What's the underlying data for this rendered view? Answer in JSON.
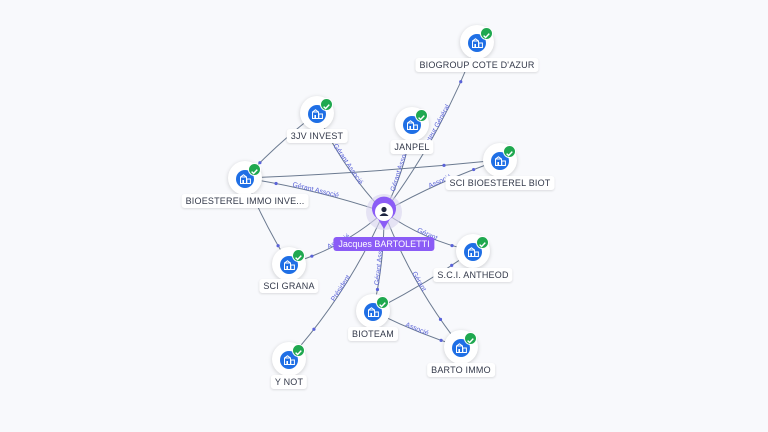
{
  "center": {
    "name": "Jacques BARTOLETTI",
    "icon": "person-icon"
  },
  "colors": {
    "accent": "#8b5cf6",
    "company": "#1f6fe5",
    "verified": "#1fa84f",
    "edge": "#6b7a90",
    "role": "#5a63d8"
  },
  "nodes": [
    {
      "id": "biogroup",
      "name": "BIOGROUP COTE D'AZUR",
      "icon": "building-icon",
      "verified": true
    },
    {
      "id": "3jv",
      "name": "3JV INVEST",
      "icon": "building-icon",
      "verified": true
    },
    {
      "id": "janpel",
      "name": "JANPEL",
      "icon": "building-icon",
      "verified": true
    },
    {
      "id": "scibiot",
      "name": "SCI BIOESTEREL BIOT",
      "icon": "building-icon",
      "verified": true
    },
    {
      "id": "bioesterel",
      "name": "BIOESTEREL IMMO INVE...",
      "icon": "building-icon",
      "verified": true
    },
    {
      "id": "grana",
      "name": "SCI GRANA",
      "icon": "building-icon",
      "verified": true
    },
    {
      "id": "antheod",
      "name": "S.C.I. ANTHEOD",
      "icon": "building-icon",
      "verified": true
    },
    {
      "id": "bioteam",
      "name": "BIOTEAM",
      "icon": "building-icon",
      "verified": true
    },
    {
      "id": "bartoimmo",
      "name": "BARTO IMMO",
      "icon": "building-icon",
      "verified": true
    },
    {
      "id": "ynot",
      "name": "Y NOT",
      "icon": "building-icon",
      "verified": true
    }
  ],
  "edges": [
    {
      "from": "center",
      "to": "biogroup",
      "role": "Directeur Général"
    },
    {
      "from": "center",
      "to": "3jv",
      "role": "Gérant Associé"
    },
    {
      "from": "center",
      "to": "janpel",
      "role": "Gérant Associé"
    },
    {
      "from": "center",
      "to": "scibiot",
      "role": "Associé"
    },
    {
      "from": "center",
      "to": "bioesterel",
      "role": "Gérant Associé"
    },
    {
      "from": "center",
      "to": "grana",
      "role": "Associé"
    },
    {
      "from": "center",
      "to": "antheod",
      "role": "Gérant"
    },
    {
      "from": "center",
      "to": "bioteam",
      "role": "Gérant Associé"
    },
    {
      "from": "center",
      "to": "bartoimmo",
      "role": "Gérant"
    },
    {
      "from": "center",
      "to": "ynot",
      "role": "Président"
    },
    {
      "from": "bioteam",
      "to": "bartoimmo",
      "role": "Associé"
    },
    {
      "from": "bioesterel",
      "to": "scibiot",
      "role": ""
    },
    {
      "from": "bioesterel",
      "to": "grana",
      "role": ""
    },
    {
      "from": "3jv",
      "to": "bioesterel",
      "role": ""
    },
    {
      "from": "bioteam",
      "to": "antheod",
      "role": ""
    }
  ]
}
